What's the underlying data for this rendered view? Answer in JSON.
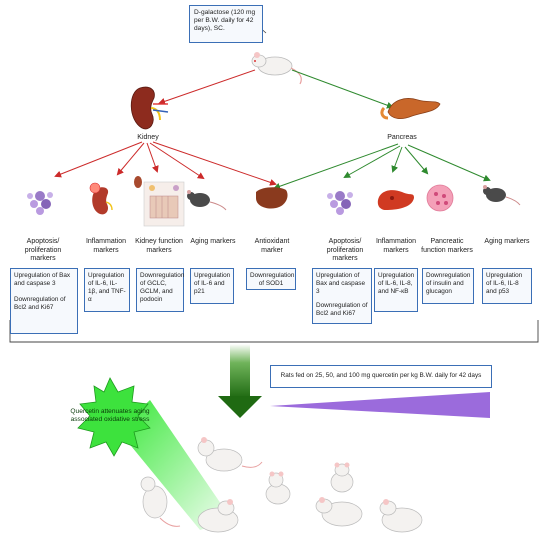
{
  "top": {
    "dose_text": "D-galactose (120 mg  per B.W. daily for 42 days), SC."
  },
  "organs": {
    "kidney": "Kidney",
    "pancreas": "Pancreas"
  },
  "kidney_groups": [
    {
      "label": "Apoptosis/ proliferation markers",
      "lines": [
        "Upregulation of Bax and caspase 3",
        "Downregulation of Bcl2 and Ki67"
      ]
    },
    {
      "label": "Inflammation markers",
      "lines": [
        "Upregulation of IL-6, IL-1β, and TNF-α"
      ]
    },
    {
      "label": "Kidney function markers",
      "lines": [
        "Downregulation of GCLC, GCLM, and podocin"
      ]
    },
    {
      "label": "Aging markers",
      "lines": [
        "Upregulation of IL-6 and p21"
      ]
    },
    {
      "label": "Antioxidant marker",
      "lines": [
        "Downregulation of SOD1"
      ]
    }
  ],
  "pancreas_groups": [
    {
      "label": "Apoptosis/ proliferation markers",
      "lines": [
        "Upregulation of Bax and caspase 3",
        "Downregulation of Bcl2 and Ki67"
      ]
    },
    {
      "label": "Inflammation markers",
      "lines": [
        "Upregulation of IL-6, IL-8, and NF-κB"
      ]
    },
    {
      "label": "Pancreatic function markers",
      "lines": [
        "Downregulation of insulin and glucagon"
      ]
    },
    {
      "label": "Aging markers",
      "lines": [
        "Upregulation of IL-6, IL-8 and p53"
      ]
    }
  ],
  "treatment": {
    "rats_text": "Rats fed on 25, 50, and 100 mg quercetin per kg B.W. daily for 42 days",
    "star_text": "Quercetin attenuates aging associated oxidative stress"
  },
  "colors": {
    "kidney_arrow": "#cc2a2a",
    "pancreas_arrow": "#2f8a2f",
    "big_arrow": "#2e7d1e",
    "wedge": "#9b6bdc",
    "star": "#3de23d",
    "box_border": "#3b6fb6"
  }
}
